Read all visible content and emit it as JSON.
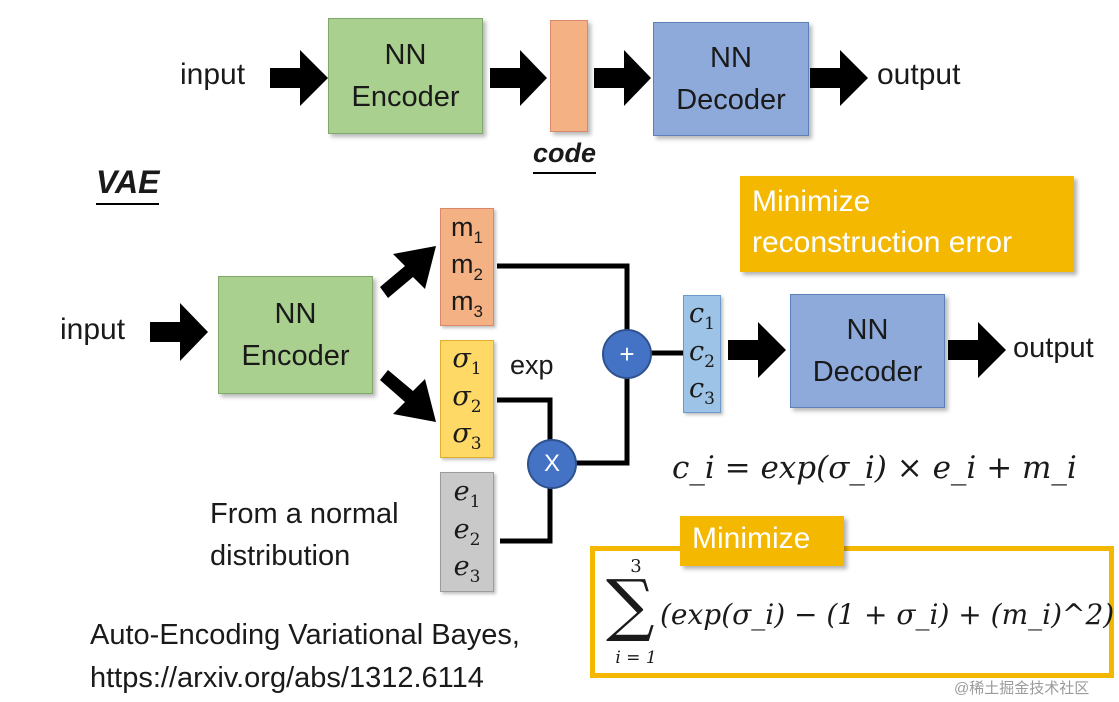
{
  "autoencoder": {
    "input_label": "input",
    "encoder_label": "NN\nEncoder",
    "code_label": "code",
    "decoder_label": "NN\nDecoder",
    "output_label": "output"
  },
  "vae": {
    "title": "VAE",
    "input_label": "input",
    "encoder_label": "NN\nEncoder",
    "m": [
      "m",
      "m",
      "m"
    ],
    "sigma": [
      "σ",
      "σ",
      "σ"
    ],
    "e": [
      "e",
      "e",
      "e"
    ],
    "c": [
      "c",
      "c",
      "c"
    ],
    "subscripts": [
      "1",
      "2",
      "3"
    ],
    "exp_label": "exp",
    "plus_symbol": "+",
    "times_symbol": "X",
    "normal_label": "From a normal\ndistribution",
    "decoder_label": "NN\nDecoder",
    "output_label": "output",
    "minimize_recon_label": "Minimize\nreconstruction error",
    "formula": "c_i = exp(σ_i) × e_i + m_i",
    "minimize_label": "Minimize",
    "sum_upper": "3",
    "sum_lower": "i = 1",
    "sum_expression": "(exp(σ_i) − (1 + σ_i) + (m_i)^2)"
  },
  "reference": {
    "line1": "Auto-Encoding Variational Bayes,",
    "line2": "https://arxiv.org/abs/1312.6114"
  },
  "watermark": "@稀土掘金技术社区",
  "colors": {
    "encoder_green": "#a9d08e",
    "decoder_blue": "#8eaadb",
    "code_orange": "#f4b183",
    "sigma_yellow": "#ffd966",
    "noise_grey": "#c9c9c9",
    "c_lightblue": "#9dc3e6",
    "op_circle_blue": "#4472c4",
    "minimize_gold": "#f5b800"
  }
}
